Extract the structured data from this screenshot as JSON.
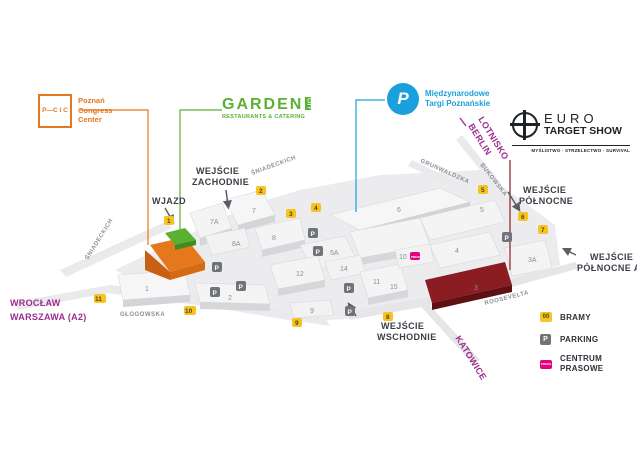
{
  "colors": {
    "orange": "#e5781c",
    "green": "#5bb031",
    "blue": "#1aa0dc",
    "dark_red": "#8a1c22",
    "purple": "#9b2d8f",
    "gate_yellow": "#f6c325",
    "parking_grey": "#6f747b",
    "press_pink": "#e6007e"
  },
  "logos": {
    "pcc": {
      "mark": "P—C I C",
      "line1": "Poznań",
      "line2": "Congress",
      "line3": "Center"
    },
    "garden": {
      "word": "GARDEN",
      "city": "CITY",
      "tagline": "RESTAURANTS & CATERING"
    },
    "mtp": {
      "line1": "Międzynarodowe",
      "line2": "Targi Poznańskie"
    },
    "eurotarget": {
      "line1": "EURO",
      "line2": "TARGET SHOW",
      "tagline": "MYŚLISTWO · STRZELECTWO · SURVIVAL"
    }
  },
  "entrances": {
    "west": {
      "line1": "WEJŚCIE",
      "line2": "ZACHODNIE"
    },
    "north": {
      "line1": "WEJŚCIE",
      "line2": "PÓŁNOCNE"
    },
    "north_a": {
      "line1": "WEJŚCIE",
      "line2": "PÓŁNOCNE A"
    },
    "east": {
      "line1": "WEJŚCIE",
      "line2": "WSCHODNIE"
    },
    "wjazd": "WJAZD"
  },
  "directions": {
    "lotnisko": "LOTNISKO",
    "berlin": "BERLIN",
    "wroclaw": "WROCŁAW",
    "warszawa": "WARSZAWA (A2)",
    "katowice": "KATOWICE"
  },
  "streets": {
    "sniadeckich_top": "ŚNIADECKICH",
    "sniadeckich_left": "ŚNIADECKICH",
    "glogowska": "GŁOGOWSKA",
    "grunwaldzka": "GRUNWALDZKA",
    "bukowska": "BUKOWSKA",
    "roosevelta": "ROOSEVELTA"
  },
  "halls": [
    "7A",
    "7",
    "8",
    "8A",
    "6",
    "5",
    "5A",
    "4",
    "3",
    "3A",
    "2",
    "1",
    "11",
    "12",
    "14",
    "15",
    "10",
    "9"
  ],
  "gates": [
    "1",
    "2",
    "3",
    "4",
    "5",
    "6",
    "7",
    "8",
    "9",
    "10",
    "11"
  ],
  "parking_label": "P",
  "press_label": "PRESS",
  "legend": {
    "gate_sample": "00",
    "gates": "BRAMY",
    "parking_icon": "P",
    "parking": "PARKING",
    "press_icon": "PRESS",
    "press_line1": "CENTRUM",
    "press_line2": "PRASOWE"
  }
}
